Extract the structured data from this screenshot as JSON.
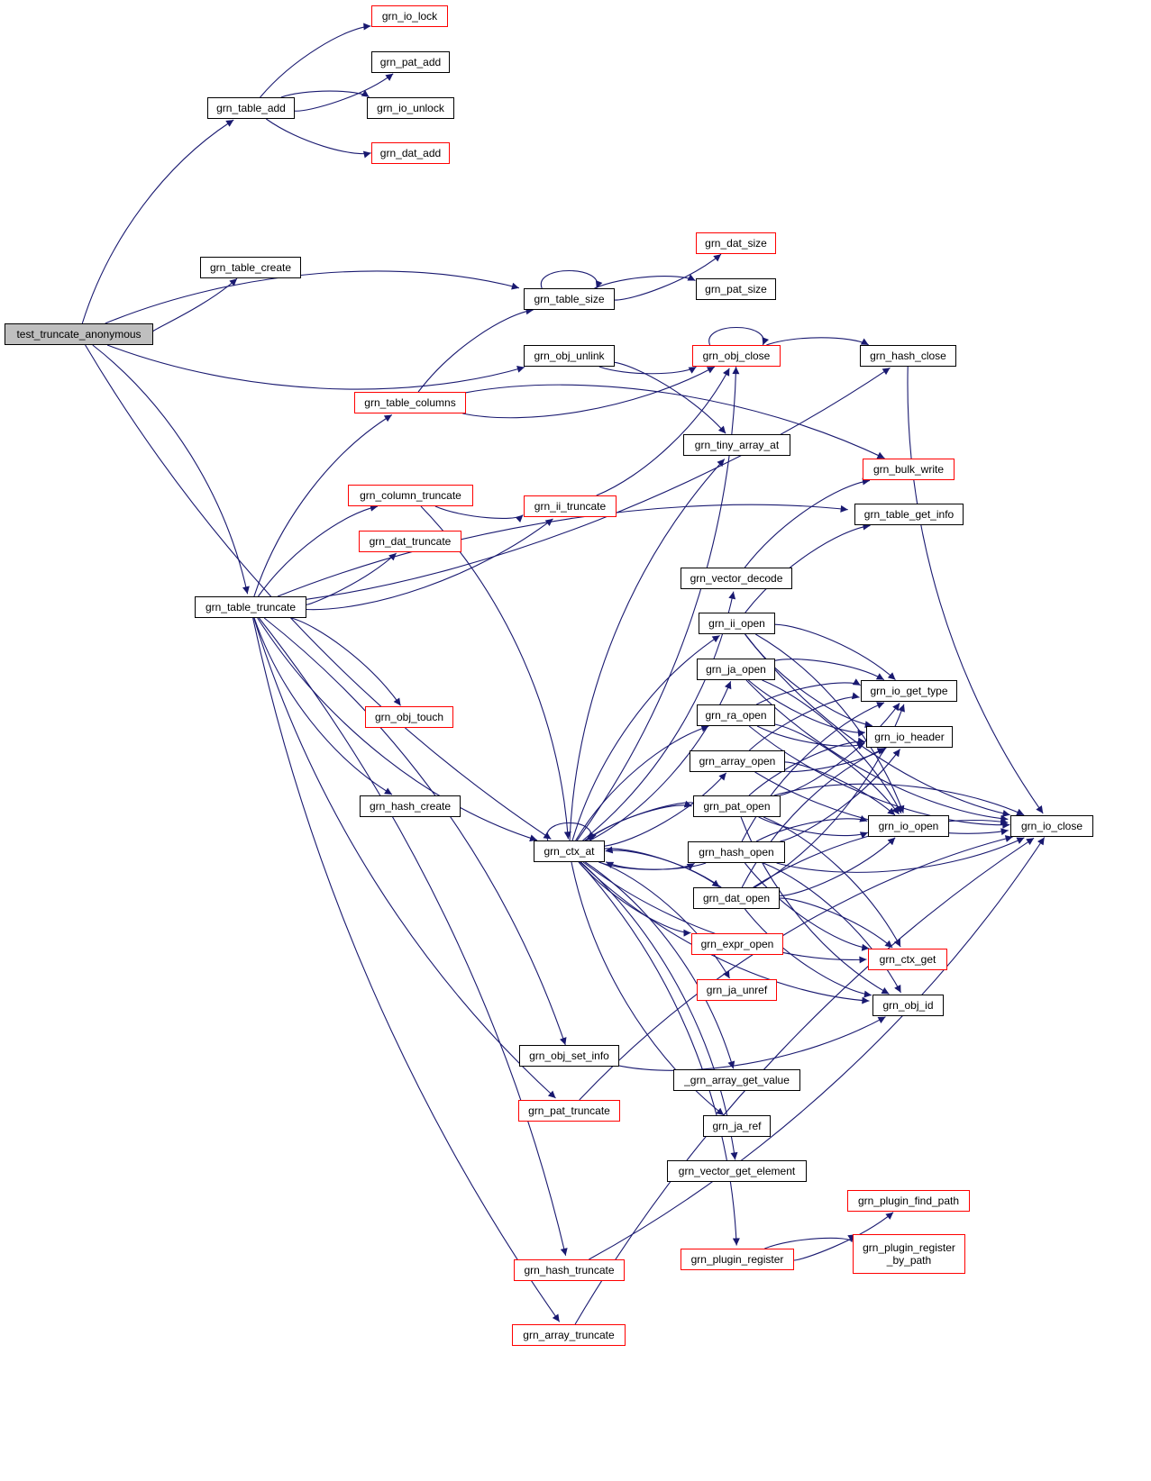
{
  "colors": {
    "edge": "#191970",
    "normal_border": "#000000",
    "truncated_border": "#ff0000",
    "root_fill": "#bfbfbf"
  },
  "nodes": {
    "test_truncate_anonymous": {
      "label": "test_truncate_anonymous",
      "style": "root"
    },
    "grn_table_add": {
      "label": "grn_table_add",
      "style": "normal"
    },
    "grn_io_lock": {
      "label": "grn_io_lock",
      "style": "red"
    },
    "grn_pat_add": {
      "label": "grn_pat_add",
      "style": "normal"
    },
    "grn_io_unlock": {
      "label": "grn_io_unlock",
      "style": "normal"
    },
    "grn_dat_add": {
      "label": "grn_dat_add",
      "style": "red"
    },
    "grn_table_create": {
      "label": "grn_table_create",
      "style": "normal"
    },
    "grn_table_size": {
      "label": "grn_table_size",
      "style": "normal"
    },
    "grn_dat_size": {
      "label": "grn_dat_size",
      "style": "red"
    },
    "grn_pat_size": {
      "label": "grn_pat_size",
      "style": "normal"
    },
    "grn_obj_unlink": {
      "label": "grn_obj_unlink",
      "style": "normal"
    },
    "grn_obj_close": {
      "label": "grn_obj_close",
      "style": "red"
    },
    "grn_hash_close": {
      "label": "grn_hash_close",
      "style": "normal"
    },
    "grn_table_columns": {
      "label": "grn_table_columns",
      "style": "red"
    },
    "grn_tiny_array_at": {
      "label": "grn_tiny_array_at",
      "style": "normal"
    },
    "grn_bulk_write": {
      "label": "grn_bulk_write",
      "style": "red"
    },
    "grn_column_truncate": {
      "label": "grn_column_truncate",
      "style": "red"
    },
    "grn_ii_truncate": {
      "label": "grn_ii_truncate",
      "style": "red"
    },
    "grn_table_get_info": {
      "label": "grn_table_get_info",
      "style": "normal"
    },
    "grn_dat_truncate": {
      "label": "grn_dat_truncate",
      "style": "red"
    },
    "grn_vector_decode": {
      "label": "grn_vector_decode",
      "style": "normal"
    },
    "grn_table_truncate": {
      "label": "grn_table_truncate",
      "style": "normal"
    },
    "grn_ii_open": {
      "label": "grn_ii_open",
      "style": "normal"
    },
    "grn_ja_open": {
      "label": "grn_ja_open",
      "style": "normal"
    },
    "grn_io_get_type": {
      "label": "grn_io_get_type",
      "style": "normal"
    },
    "grn_ra_open": {
      "label": "grn_ra_open",
      "style": "normal"
    },
    "grn_obj_touch": {
      "label": "grn_obj_touch",
      "style": "red"
    },
    "grn_io_header": {
      "label": "grn_io_header",
      "style": "normal"
    },
    "grn_array_open": {
      "label": "grn_array_open",
      "style": "normal"
    },
    "grn_hash_create": {
      "label": "grn_hash_create",
      "style": "normal"
    },
    "grn_pat_open": {
      "label": "grn_pat_open",
      "style": "normal"
    },
    "grn_io_open": {
      "label": "grn_io_open",
      "style": "normal"
    },
    "grn_io_close": {
      "label": "grn_io_close",
      "style": "normal"
    },
    "grn_ctx_at": {
      "label": "grn_ctx_at",
      "style": "normal"
    },
    "grn_hash_open": {
      "label": "grn_hash_open",
      "style": "normal"
    },
    "grn_dat_open": {
      "label": "grn_dat_open",
      "style": "normal"
    },
    "grn_expr_open": {
      "label": "grn_expr_open",
      "style": "red"
    },
    "grn_ctx_get": {
      "label": "grn_ctx_get",
      "style": "red"
    },
    "grn_ja_unref": {
      "label": "grn_ja_unref",
      "style": "red"
    },
    "grn_obj_id": {
      "label": "grn_obj_id",
      "style": "normal"
    },
    "grn_obj_set_info": {
      "label": "grn_obj_set_info",
      "style": "normal"
    },
    "_grn_array_get_value": {
      "label": "_grn_array_get_value",
      "style": "normal"
    },
    "grn_pat_truncate": {
      "label": "grn_pat_truncate",
      "style": "red"
    },
    "grn_ja_ref": {
      "label": "grn_ja_ref",
      "style": "normal"
    },
    "grn_vector_get_element": {
      "label": "grn_vector_get_element",
      "style": "normal"
    },
    "grn_plugin_find_path": {
      "label": "grn_plugin_find_path",
      "style": "red"
    },
    "grn_plugin_register": {
      "label": "grn_plugin_register",
      "style": "red"
    },
    "grn_plugin_register_by_path": {
      "label": "grn_plugin_register\n_by_path",
      "style": "red"
    },
    "grn_hash_truncate": {
      "label": "grn_hash_truncate",
      "style": "red"
    },
    "grn_array_truncate": {
      "label": "grn_array_truncate",
      "style": "red"
    }
  },
  "edges": [
    [
      "test_truncate_anonymous",
      "grn_table_add"
    ],
    [
      "test_truncate_anonymous",
      "grn_table_create"
    ],
    [
      "test_truncate_anonymous",
      "grn_table_size"
    ],
    [
      "test_truncate_anonymous",
      "grn_obj_unlink"
    ],
    [
      "test_truncate_anonymous",
      "grn_table_truncate"
    ],
    [
      "test_truncate_anonymous",
      "grn_ctx_at"
    ],
    [
      "grn_table_add",
      "grn_io_lock"
    ],
    [
      "grn_table_add",
      "grn_pat_add"
    ],
    [
      "grn_table_add",
      "grn_io_unlock"
    ],
    [
      "grn_table_add",
      "grn_dat_add"
    ],
    [
      "grn_table_size",
      "grn_table_size"
    ],
    [
      "grn_table_size",
      "grn_dat_size"
    ],
    [
      "grn_table_size",
      "grn_pat_size"
    ],
    [
      "grn_obj_unlink",
      "grn_obj_close"
    ],
    [
      "grn_obj_unlink",
      "grn_tiny_array_at"
    ],
    [
      "grn_obj_close",
      "grn_obj_close"
    ],
    [
      "grn_obj_close",
      "grn_hash_close"
    ],
    [
      "grn_hash_close",
      "grn_io_close"
    ],
    [
      "grn_table_columns",
      "grn_table_size"
    ],
    [
      "grn_table_columns",
      "grn_obj_close"
    ],
    [
      "grn_table_columns",
      "grn_bulk_write"
    ],
    [
      "grn_column_truncate",
      "grn_ii_truncate"
    ],
    [
      "grn_column_truncate",
      "grn_ctx_at"
    ],
    [
      "grn_ii_truncate",
      "grn_obj_close"
    ],
    [
      "grn_vector_decode",
      "grn_bulk_write"
    ],
    [
      "grn_table_truncate",
      "grn_hash_close"
    ],
    [
      "grn_table_truncate",
      "grn_table_columns"
    ],
    [
      "grn_table_truncate",
      "grn_ii_truncate"
    ],
    [
      "grn_table_truncate",
      "grn_column_truncate"
    ],
    [
      "grn_table_truncate",
      "grn_dat_truncate"
    ],
    [
      "grn_table_truncate",
      "grn_table_get_info"
    ],
    [
      "grn_table_truncate",
      "grn_ctx_at"
    ],
    [
      "grn_table_truncate",
      "grn_obj_touch"
    ],
    [
      "grn_table_truncate",
      "grn_hash_create"
    ],
    [
      "grn_table_truncate",
      "grn_obj_set_info"
    ],
    [
      "grn_table_truncate",
      "grn_pat_truncate"
    ],
    [
      "grn_table_truncate",
      "grn_hash_truncate"
    ],
    [
      "grn_table_truncate",
      "grn_array_truncate"
    ],
    [
      "grn_ii_open",
      "grn_table_get_info"
    ],
    [
      "grn_ii_open",
      "grn_io_close"
    ],
    [
      "grn_ii_open",
      "grn_io_get_type"
    ],
    [
      "grn_ii_open",
      "grn_io_header"
    ],
    [
      "grn_ii_open",
      "grn_io_open"
    ],
    [
      "grn_ja_open",
      "grn_io_close"
    ],
    [
      "grn_ja_open",
      "grn_io_get_type"
    ],
    [
      "grn_ja_open",
      "grn_io_header"
    ],
    [
      "grn_ja_open",
      "grn_io_open"
    ],
    [
      "grn_ra_open",
      "grn_io_close"
    ],
    [
      "grn_ra_open",
      "grn_io_get_type"
    ],
    [
      "grn_ra_open",
      "grn_io_header"
    ],
    [
      "grn_ra_open",
      "grn_io_open"
    ],
    [
      "grn_array_open",
      "grn_io_close"
    ],
    [
      "grn_array_open",
      "grn_io_get_type"
    ],
    [
      "grn_array_open",
      "grn_io_header"
    ],
    [
      "grn_array_open",
      "grn_io_open"
    ],
    [
      "grn_pat_open",
      "grn_ctx_at"
    ],
    [
      "grn_pat_open",
      "grn_io_close"
    ],
    [
      "grn_pat_open",
      "grn_io_get_type"
    ],
    [
      "grn_pat_open",
      "grn_io_header"
    ],
    [
      "grn_pat_open",
      "grn_io_open"
    ],
    [
      "grn_pat_open",
      "grn_ctx_get"
    ],
    [
      "grn_pat_open",
      "grn_obj_id"
    ],
    [
      "grn_hash_open",
      "grn_ctx_at"
    ],
    [
      "grn_hash_open",
      "grn_io_close"
    ],
    [
      "grn_hash_open",
      "grn_io_get_type"
    ],
    [
      "grn_hash_open",
      "grn_io_header"
    ],
    [
      "grn_hash_open",
      "grn_io_open"
    ],
    [
      "grn_hash_open",
      "grn_ctx_get"
    ],
    [
      "grn_hash_open",
      "grn_obj_id"
    ],
    [
      "grn_dat_open",
      "grn_ctx_at"
    ],
    [
      "grn_dat_open",
      "grn_io_close"
    ],
    [
      "grn_dat_open",
      "grn_io_get_type"
    ],
    [
      "grn_dat_open",
      "grn_io_header"
    ],
    [
      "grn_dat_open",
      "grn_io_open"
    ],
    [
      "grn_dat_open",
      "grn_ctx_get"
    ],
    [
      "grn_dat_open",
      "grn_obj_id"
    ],
    [
      "grn_ctx_at",
      "grn_ctx_at"
    ],
    [
      "grn_ctx_at",
      "grn_obj_close"
    ],
    [
      "grn_ctx_at",
      "grn_tiny_array_at"
    ],
    [
      "grn_ctx_at",
      "grn_vector_decode"
    ],
    [
      "grn_ctx_at",
      "grn_ii_open"
    ],
    [
      "grn_ctx_at",
      "grn_ja_open"
    ],
    [
      "grn_ctx_at",
      "grn_ra_open"
    ],
    [
      "grn_ctx_at",
      "grn_array_open"
    ],
    [
      "grn_ctx_at",
      "grn_pat_open"
    ],
    [
      "grn_ctx_at",
      "grn_hash_open"
    ],
    [
      "grn_ctx_at",
      "grn_dat_open"
    ],
    [
      "grn_ctx_at",
      "grn_expr_open"
    ],
    [
      "grn_ctx_at",
      "grn_ja_unref"
    ],
    [
      "grn_ctx_at",
      "grn_ctx_get"
    ],
    [
      "grn_ctx_at",
      "_grn_array_get_value"
    ],
    [
      "grn_ctx_at",
      "grn_ja_ref"
    ],
    [
      "grn_ctx_at",
      "grn_vector_get_element"
    ],
    [
      "grn_ctx_at",
      "grn_obj_id"
    ],
    [
      "grn_ctx_at",
      "grn_plugin_register"
    ],
    [
      "grn_obj_set_info",
      "grn_obj_id"
    ],
    [
      "grn_pat_truncate",
      "grn_io_close"
    ],
    [
      "grn_plugin_register",
      "grn_plugin_find_path"
    ],
    [
      "grn_plugin_register",
      "grn_plugin_register_by_path"
    ],
    [
      "grn_hash_truncate",
      "grn_io_close"
    ],
    [
      "grn_array_truncate",
      "grn_io_close"
    ]
  ]
}
